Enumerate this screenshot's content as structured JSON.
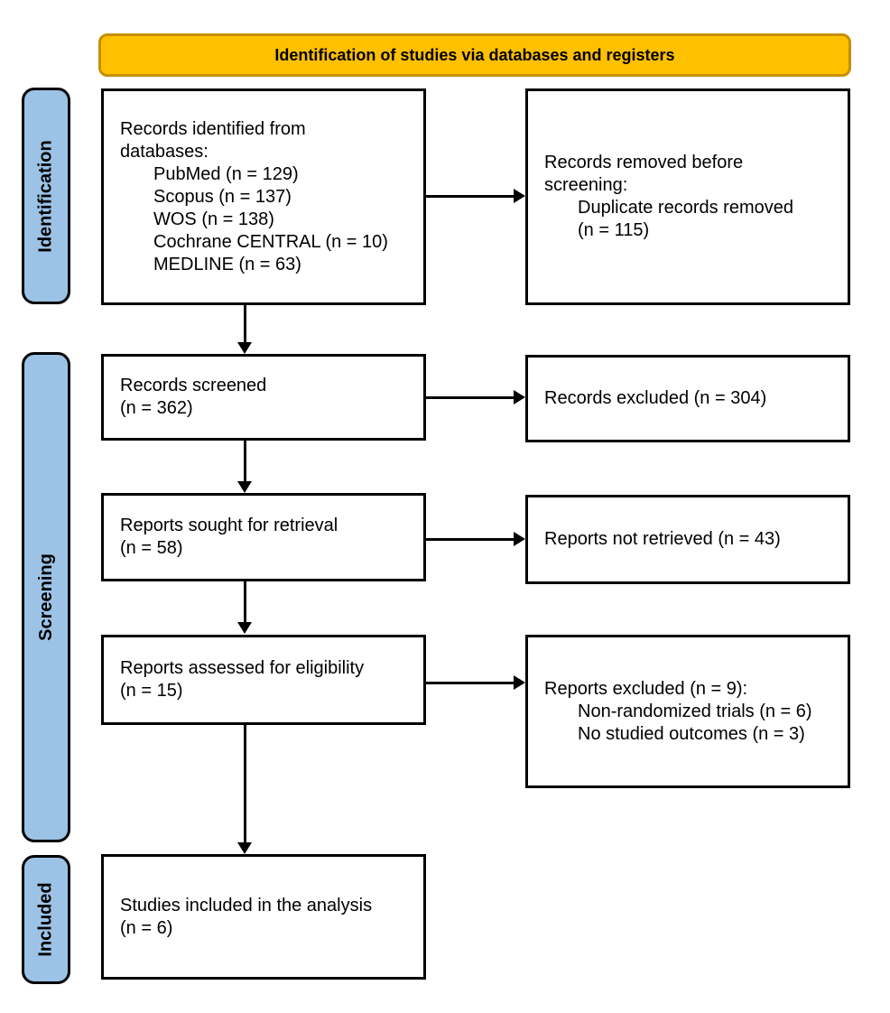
{
  "header": {
    "label": "Identification of studies via databases and registers"
  },
  "colors": {
    "header_fill": "#FFC000",
    "header_border": "#C49000",
    "stage_fill": "#9CC3E6",
    "stage_border": "#000000",
    "box_border": "#000000",
    "arrow": "#000000",
    "text": "#000000",
    "background": "#FFFFFF"
  },
  "stages": [
    {
      "label": "Identification"
    },
    {
      "label": "Screening"
    },
    {
      "label": "Included"
    }
  ],
  "boxes": {
    "records_identified": {
      "lines": [
        "Records identified from",
        "databases:"
      ],
      "items": [
        "PubMed (n = 129)",
        "Scopus (n = 137)",
        "WOS (n = 138)",
        "Cochrane CENTRAL (n = 10)",
        "MEDLINE (n = 63)"
      ]
    },
    "records_removed": {
      "lines": [
        "Records removed before",
        "screening:"
      ],
      "items": [
        "Duplicate records removed",
        "(n = 115)"
      ]
    },
    "records_screened": {
      "lines": [
        "Records screened",
        "(n = 362)"
      ]
    },
    "records_excluded": {
      "lines": [
        "Records excluded (n = 304)"
      ]
    },
    "reports_sought": {
      "lines": [
        "Reports sought for retrieval",
        "(n = 58)"
      ]
    },
    "reports_not_retrieved": {
      "lines": [
        "Reports not retrieved (n = 43)"
      ]
    },
    "reports_assessed": {
      "lines": [
        "Reports assessed for eligibility",
        "(n = 15)"
      ]
    },
    "reports_excluded": {
      "lines": [
        "Reports excluded (n = 9):"
      ],
      "items": [
        "Non-randomized trials (n = 6)",
        "No studied outcomes (n = 3)"
      ]
    },
    "studies_included": {
      "lines": [
        "Studies included in the analysis",
        "(n = 6)"
      ]
    }
  }
}
